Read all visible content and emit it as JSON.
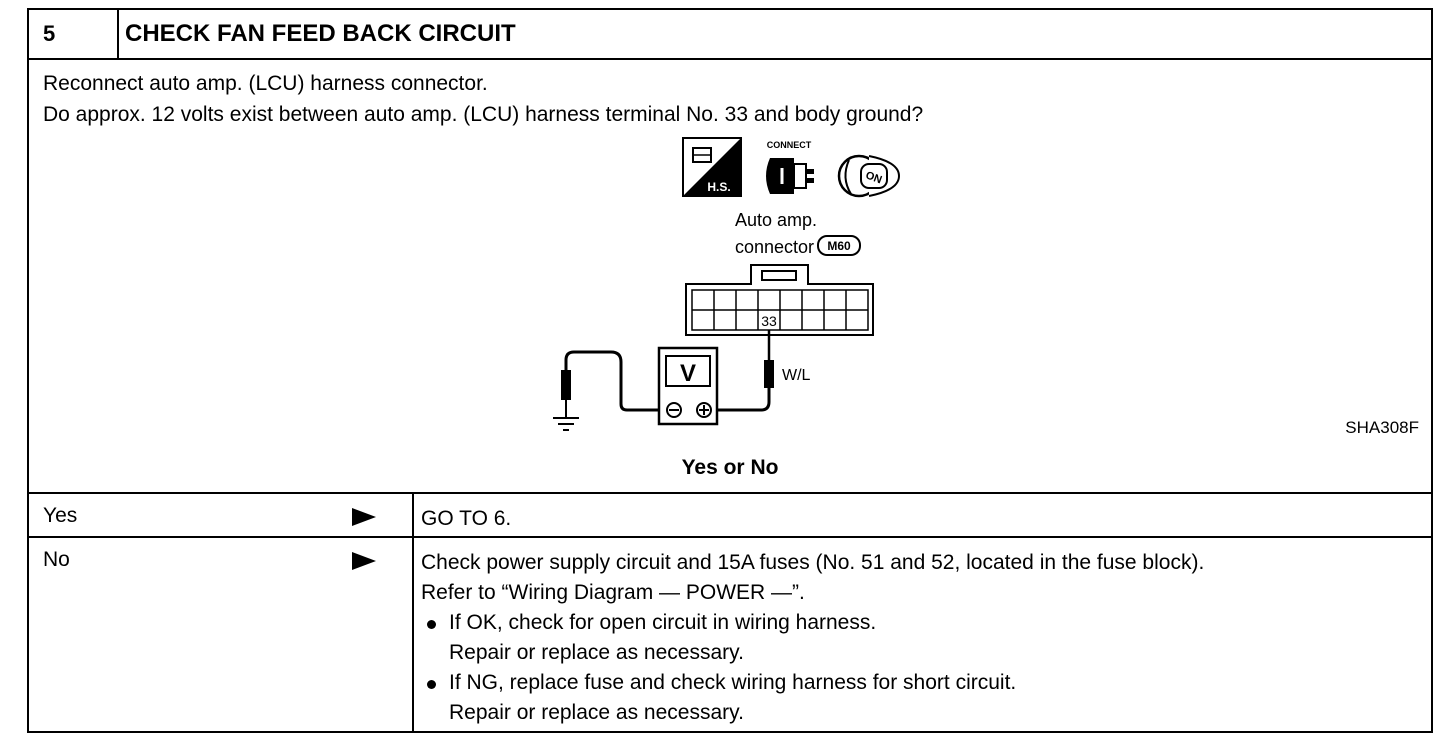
{
  "step": {
    "number": "5",
    "title": "CHECK FAN FEED BACK CIRCUIT"
  },
  "instructions": [
    "Reconnect auto amp. (LCU) harness connector.",
    "Do approx. 12 volts exist between auto amp. (LCU) harness terminal No. 33 and body ground?"
  ],
  "diagram": {
    "icons": {
      "harness_label": "H.S.",
      "connect_label": "CONNECT",
      "ignition_label": "ON"
    },
    "connector_label_line1": "Auto amp.",
    "connector_label_line2": "connector",
    "connector_code": "M60",
    "terminal": "33",
    "wire_color": "W/L",
    "meter_symbol": "V",
    "figure_code": "SHA308F"
  },
  "question": "Yes or No",
  "answers": {
    "yes": {
      "label": "Yes",
      "action": "GO TO 6."
    },
    "no": {
      "label": "No",
      "line1": "Check power supply circuit and 15A fuses (No. 51 and 52, located in the fuse block).",
      "line2": "Refer to  “Wiring Diagram — POWER —”.",
      "bullet1": "If OK, check for open circuit in wiring harness.",
      "bullet1_cont": "Repair or replace as necessary.",
      "bullet2": "If NG, replace fuse and check wiring harness for short circuit.",
      "bullet2_cont": "Repair or replace as necessary."
    }
  }
}
